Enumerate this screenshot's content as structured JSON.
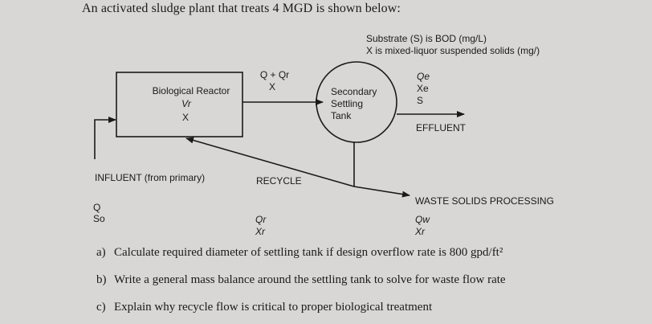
{
  "title": "An activated sludge plant that treats 4 MGD is shown below:",
  "legend": {
    "substrate": "Substrate (S) is BOD (mg/L)",
    "mlss": "X is mixed-liquor suspended solids (mg/)"
  },
  "reactor": {
    "label": "Biological Reactor",
    "vr": "Vr",
    "x": "X"
  },
  "flow_to_tank": {
    "q": "Q + Qr",
    "x": "X"
  },
  "tank": {
    "line1": "Secondary",
    "line2": "Settling",
    "line3": "Tank"
  },
  "effluent": {
    "qe": "Qe",
    "xe": "Xe",
    "s": "S",
    "label": "EFFLUENT"
  },
  "influent": {
    "label": "INFLUENT (from primary)",
    "q": "Q",
    "so": "So"
  },
  "recycle": {
    "label": "RECYCLE",
    "qr": "Qr",
    "xr": "Xr"
  },
  "waste": {
    "label": "WASTE SOLIDS PROCESSING",
    "qw": "Qw",
    "xr": "Xr"
  },
  "questions": [
    {
      "letter": "a)",
      "text": "Calculate required diameter of settling tank if design overflow rate is 800 gpd/ft²"
    },
    {
      "letter": "b)",
      "text": "Write a general mass balance around the settling tank to solve for waste flow rate"
    },
    {
      "letter": "c)",
      "text": "Explain why recycle flow is critical to proper biological treatment"
    }
  ],
  "colors": {
    "ink": "#1a1a1a",
    "paper": "#d9d7d5"
  }
}
